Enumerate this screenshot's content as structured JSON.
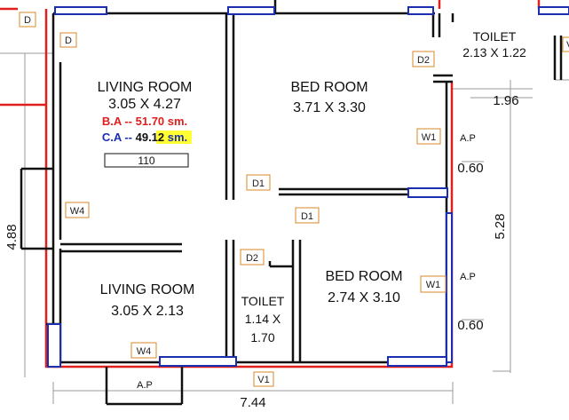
{
  "colors": {
    "wall": "#111111",
    "outline_red": "#e0201c",
    "window_blue": "#1a2fb0",
    "tag_border": "#d98a2a",
    "highlight": "#ffff33",
    "ba_red": "#e0201c",
    "ca_blue": "#1a2fb0",
    "dim_line": "#9a9a9a"
  },
  "rooms": {
    "living_main": {
      "name": "LIVING ROOM",
      "size": "3.05 X 4.27"
    },
    "bed_top": {
      "name": "BED ROOM",
      "size": "3.71 X 3.30"
    },
    "toilet_top": {
      "name": "TOILET",
      "size": "2.13 X 1.22"
    },
    "living_small": {
      "name": "LIVING ROOM",
      "size": "3.05 X 2.13"
    },
    "toilet_mid": {
      "name": "TOILET",
      "line1": "1.14 X",
      "line2": "1.70"
    },
    "bed_bottom": {
      "name": "BED ROOM",
      "size": "2.74 X 3.10"
    }
  },
  "areas": {
    "ba_label": "B.A -- 51.70 sm.",
    "ca_prefix": "C.A -- ",
    "ca_value": "49.12",
    "ca_suffix": " sm.",
    "unit_no": "110"
  },
  "tags": {
    "d_top": "D",
    "d_left": "D",
    "d2_toilet": "D2",
    "w1_top": "W1",
    "d1_bed": "D1",
    "d1_hall": "D1",
    "w4_left": "W4",
    "d2_mid": "D2",
    "w1_bottom": "W1",
    "w4_bottom": "W4",
    "v1": "V1",
    "v_edge": "V"
  },
  "labels": {
    "ap_top": "A.P",
    "ap_mid": "A.P",
    "ap_bottom": "A.P"
  },
  "dimensions": {
    "d196": "1.96",
    "d060_top": "0.60",
    "d528": "5.28",
    "d488": "4.88",
    "d060_bottom": "0.60",
    "d744": "7.44"
  }
}
